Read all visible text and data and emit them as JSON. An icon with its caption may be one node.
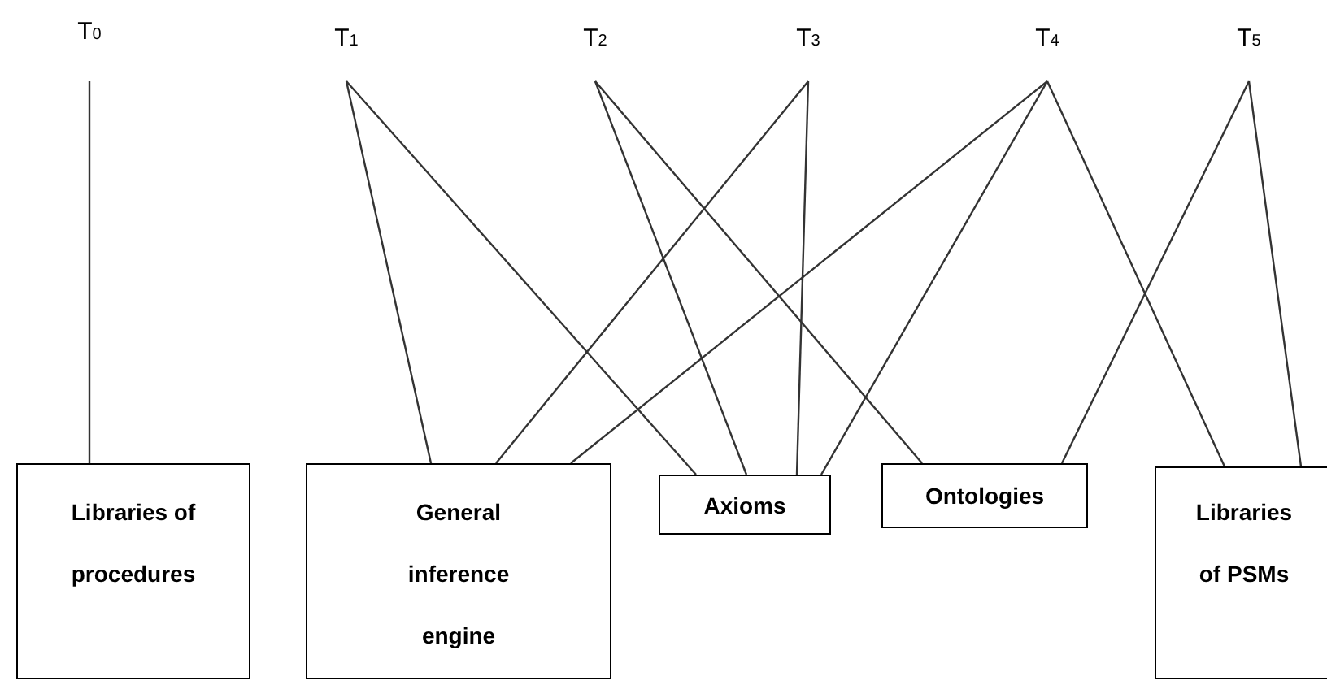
{
  "diagram": {
    "nodes": [
      {
        "text": [
          "T$_{0}$"
        ]
      },
      {
        "text": [
          "T$_{1}$"
        ]
      },
      {
        "text": [
          "T$_{2}$"
        ]
      },
      {
        "text": [
          "T$_{3}$"
        ]
      },
      {
        "text": [
          "T$_{4}$"
        ]
      },
      {
        "text": [
          "T$_{5}$"
        ]
      },
      {
        "text": [
          "Libraries of procedures"
        ]
      },
      {
        "text": [
          "General inference engine"
        ]
      },
      {
        "text": [
          "Axioms"
        ]
      },
      {
        "text": [
          "Ontologies"
        ]
      },
      {
        "text": [
          "Libraries of PSMs"
        ]
      }
    ],
    "edges": [
      {
        "from": 0,
        "to": 6,
        "arrow": "none"
      },
      {
        "from": 1,
        "to": 7,
        "arrow": "none"
      },
      {
        "from": 1,
        "to": 8,
        "arrow": "none"
      },
      {
        "from": 2,
        "to": 8,
        "arrow": "none"
      },
      {
        "from": 2,
        "to": 9,
        "arrow": "none"
      },
      {
        "from": 3,
        "to": 7,
        "arrow": "none"
      },
      {
        "from": 3,
        "to": 8,
        "arrow": "none"
      },
      {
        "from": 4,
        "to": 7,
        "arrow": "none"
      },
      {
        "from": 4,
        "to": 8,
        "arrow": "none"
      },
      {
        "from": 4,
        "to": 10,
        "arrow": "none"
      },
      {
        "from": 5,
        "to": 9,
        "arrow": "none"
      },
      {
        "from": 5,
        "to": 10,
        "arrow": "none"
      }
    ]
  }
}
